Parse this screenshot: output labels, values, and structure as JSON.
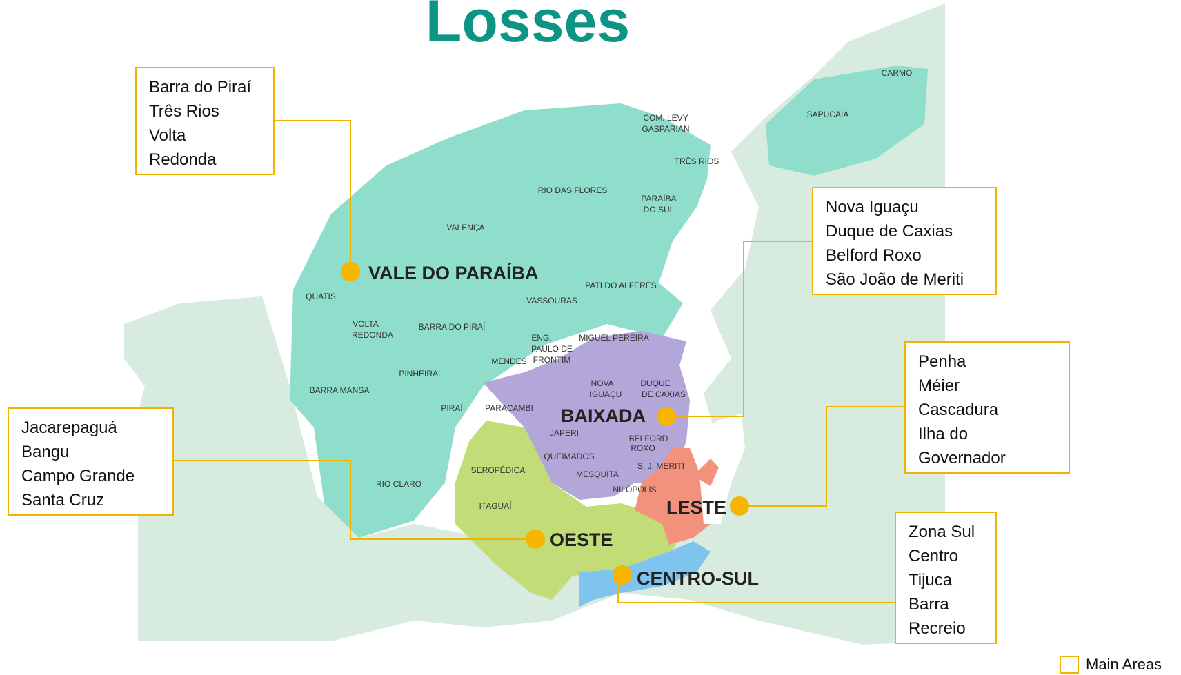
{
  "title": "Losses",
  "colors": {
    "accent": "#f0b400",
    "title": "#0e9484",
    "vale": "#8fdecc",
    "baixada": "#b3a7d9",
    "oeste": "#c2dc78",
    "leste": "#f2917c",
    "centro_sul": "#7ec4ee",
    "land": "#d7ebdf"
  },
  "regions": [
    {
      "id": "vale-do-paraiba",
      "label": "VALE DO PARAÍBA"
    },
    {
      "id": "baixada",
      "label": "BAIXADA"
    },
    {
      "id": "leste",
      "label": "LESTE"
    },
    {
      "id": "oeste",
      "label": "OESTE"
    },
    {
      "id": "centro-sul",
      "label": "CENTRO-SUL"
    }
  ],
  "municipalities": [
    "CARMO",
    "SAPUCAIA",
    "COM. LEVY",
    "GASPARIAN",
    "TRÊS RIOS",
    "RIO DAS FLORES",
    "PARAÍBA",
    "DO SUL",
    "VALENÇA",
    "PATI DO ALFERES",
    "QUATIS",
    "VASSOURAS",
    "VOLTA",
    "REDONDA",
    "BARRA DO PIRAÍ",
    "ENG.",
    "PAULO DE",
    "FRONTIM",
    "MIGUEL PEREIRA",
    "MENDES",
    "PINHEIRAL",
    "NOVA",
    "IGUAÇU",
    "DUQUE",
    "DE CAXIAS",
    "BARRA MANSA",
    "PIRAÍ",
    "PARACAMBI",
    "JAPERI",
    "BELFORD",
    "ROXO",
    "QUEIMADOS",
    "SEROPÉDICA",
    "MESQUITA",
    "S. J. MERITI",
    "RIO CLARO",
    "NILÓPOLIS",
    "ITAGUAÍ"
  ],
  "callouts": [
    {
      "id": "vale",
      "lines": [
        "Barra do Piraí",
        "Três Rios",
        "Volta",
        "Redonda"
      ]
    },
    {
      "id": "baixada",
      "lines": [
        "Nova Iguaçu",
        "Duque de Caxias",
        "Belford Roxo",
        "São João de Meriti"
      ]
    },
    {
      "id": "leste",
      "lines": [
        "Penha",
        "Méier",
        "Cascadura",
        "Ilha do",
        "Governador"
      ]
    },
    {
      "id": "oeste",
      "lines": [
        "Jacarepaguá",
        "Bangu",
        "Campo Grande",
        "Santa Cruz"
      ]
    },
    {
      "id": "centro-sul",
      "lines": [
        "Zona Sul",
        "Centro",
        "Tijuca",
        "Barra",
        "Recreio"
      ]
    }
  ],
  "legend": {
    "label": "Main Areas"
  }
}
